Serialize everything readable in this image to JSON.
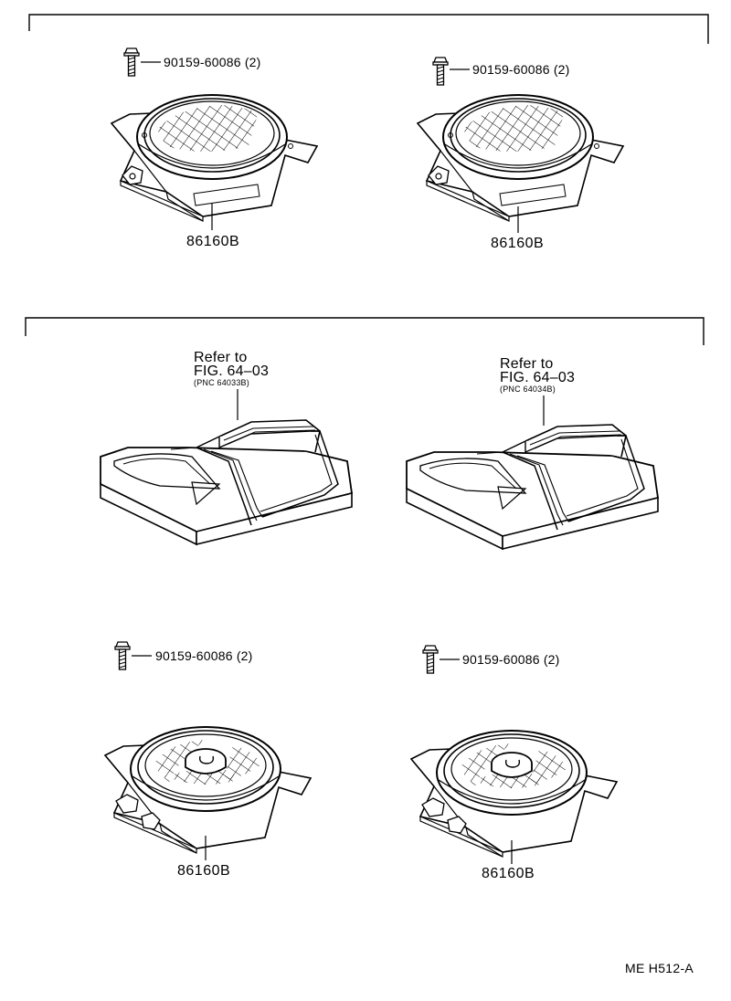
{
  "sections": [
    {
      "parts": [
        {
          "bolt_label": "90159-60086 (2)",
          "part_label": "86160B"
        },
        {
          "bolt_label": "90159-60086 (2)",
          "part_label": "86160B"
        }
      ]
    },
    {
      "panels": [
        {
          "refer_text": "Refer to",
          "fig_text": "FIG. 64–03",
          "pnc_text": "(PNC 64033B)"
        },
        {
          "refer_text": "Refer to",
          "fig_text": "FIG. 64–03",
          "pnc_text": "(PNC 64034B)"
        }
      ],
      "parts": [
        {
          "bolt_label": "90159-60086 (2)",
          "part_label": "86160B"
        },
        {
          "bolt_label": "90159-60086 (2)",
          "part_label": "86160B"
        }
      ]
    }
  ],
  "diagram_code": "ME H512-A"
}
